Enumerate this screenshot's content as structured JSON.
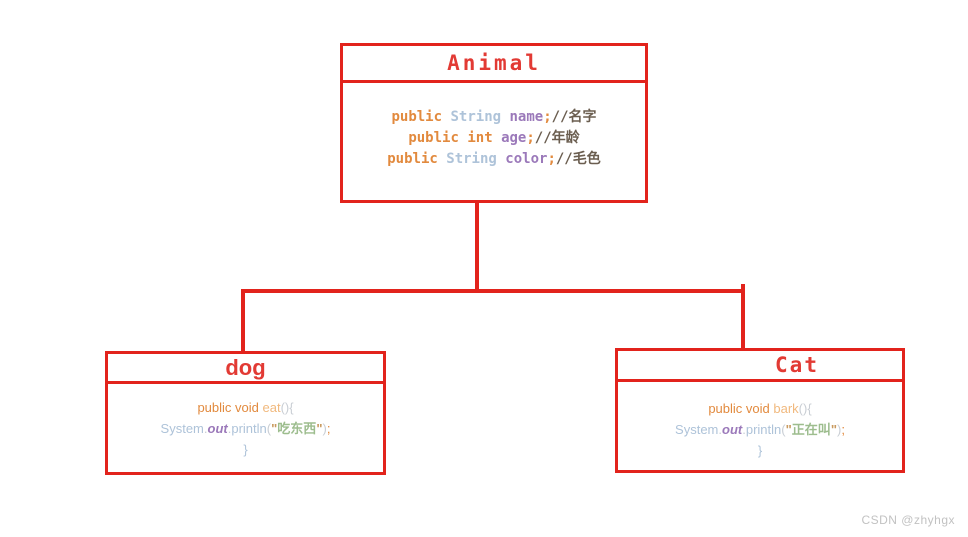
{
  "colors": {
    "border_red": "#e2231c",
    "title_red": "#e23a34",
    "keyword_orange": "#e28a3e",
    "type_blue": "#aec3d9",
    "ident_purple": "#9b79ba",
    "comment_dark": "#6b5e50",
    "string_green": "#9dbd8e",
    "quote_brown": "#c99a5f",
    "punct_gray": "#c9ced4",
    "call_orange": "#f1b97e",
    "watermark_gray": "#c2c2c2"
  },
  "animal": {
    "title": "Animal",
    "code": [
      [
        {
          "t": "public ",
          "c": "kw"
        },
        {
          "t": "String ",
          "c": "type"
        },
        {
          "t": "name",
          "c": "ident"
        },
        {
          "t": ";",
          "c": "semi"
        },
        {
          "t": "//名字",
          "c": "comment"
        }
      ],
      [
        {
          "t": "public ",
          "c": "kw"
        },
        {
          "t": "int ",
          "c": "kw"
        },
        {
          "t": "age",
          "c": "ident"
        },
        {
          "t": ";",
          "c": "semi"
        },
        {
          "t": "//年龄",
          "c": "comment"
        }
      ],
      [
        {
          "t": "public ",
          "c": "kw"
        },
        {
          "t": "String ",
          "c": "type"
        },
        {
          "t": "color",
          "c": "ident"
        },
        {
          "t": ";",
          "c": "semi"
        },
        {
          "t": "//毛色",
          "c": "comment"
        }
      ]
    ]
  },
  "dog": {
    "title": "dog",
    "code": [
      [
        {
          "t": "public void ",
          "c": "kw"
        },
        {
          "t": "eat",
          "c": "call"
        },
        {
          "t": "(){",
          "c": "punct"
        }
      ],
      [
        {
          "t": "System",
          "c": "type"
        },
        {
          "t": ".",
          "c": "punct"
        },
        {
          "t": "out",
          "c": "out"
        },
        {
          "t": ".",
          "c": "punct"
        },
        {
          "t": "println",
          "c": "type"
        },
        {
          "t": "(",
          "c": "punct"
        },
        {
          "t": "\"",
          "c": "quote"
        },
        {
          "t": "吃东西",
          "c": "str"
        },
        {
          "t": "\"",
          "c": "quote"
        },
        {
          "t": ")",
          "c": "punct"
        },
        {
          "t": ";",
          "c": "semi"
        }
      ],
      [
        {
          "t": "}",
          "c": "type"
        }
      ]
    ]
  },
  "cat": {
    "title": "Cat",
    "code": [
      [
        {
          "t": "public void ",
          "c": "kw"
        },
        {
          "t": "bark",
          "c": "call"
        },
        {
          "t": "(){",
          "c": "punct"
        }
      ],
      [
        {
          "t": "System",
          "c": "type"
        },
        {
          "t": ".",
          "c": "punct"
        },
        {
          "t": "out",
          "c": "out"
        },
        {
          "t": ".",
          "c": "punct"
        },
        {
          "t": "println",
          "c": "type"
        },
        {
          "t": "(",
          "c": "punct"
        },
        {
          "t": "\"",
          "c": "quote"
        },
        {
          "t": "正在叫",
          "c": "str"
        },
        {
          "t": "\"",
          "c": "quote"
        },
        {
          "t": ")",
          "c": "punct"
        },
        {
          "t": ";",
          "c": "semi"
        }
      ],
      [
        {
          "t": "}",
          "c": "type"
        }
      ]
    ]
  },
  "watermark": "CSDN @zhyhgx"
}
